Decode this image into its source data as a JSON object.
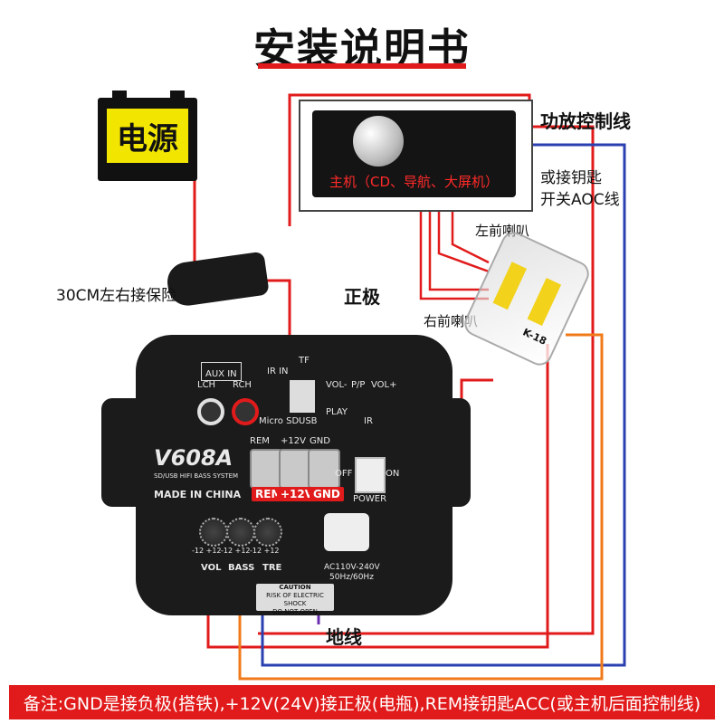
{
  "title": "安装说明书",
  "power_label": "电源",
  "fuse_label": "30CM左右接保险",
  "positive_label": "正极",
  "head_unit_text": "主机（CD、导航、大屏机）",
  "control_wire_label": "功放控制线",
  "key_switch_label_1": "或接钥匙",
  "key_switch_label_2": "开关AOC线",
  "left_speaker_label": "左前喇叭",
  "right_speaker_label": "右前喇叭",
  "ground_label": "地线",
  "note": "备注:GND是接负极(搭铁),+12V(24V)接正极(电瓶),REM接钥匙ACC(或主机后面控制线)",
  "amp": {
    "aux_in": "AUX IN",
    "lch": "LCH",
    "rch": "RCH",
    "ir_in": "IR IN",
    "tf": "TF",
    "micro_sd": "Micro SD",
    "usb": "USB",
    "vol_minus": "VOL-",
    "pp": "P/P",
    "vol_plus": "VOL+",
    "play": "PLAY",
    "ir": "IR",
    "model": "V608A",
    "subtitle": "SD/USB HIFI BASS SYSTEM",
    "made_in": "MADE IN CHINA",
    "rem_top": "REM",
    "p12_top": "+12V",
    "gnd_top": "GND",
    "rem_tag": "REM",
    "p12_tag": "+12V",
    "gnd_tag": "GND",
    "off": "OFF",
    "on": "ON",
    "power": "POWER",
    "knob_scale": "-12  +12",
    "vol": "VOL",
    "bass": "BASS",
    "tre": "TRE",
    "ac": "AC110V-240V",
    "hz": "50Hz/60Hz",
    "caution_1": "CAUTION",
    "caution_2": "RISK OF ELECTRIC SHOCK",
    "caution_3": "DO NOT OPEN"
  },
  "splitter_label": "K-18",
  "colors": {
    "red": "#e11b1b",
    "blue": "#2a3fb0",
    "orange": "#f07a1a",
    "purple": "#6a2fb0",
    "yellow": "#f2e600"
  }
}
